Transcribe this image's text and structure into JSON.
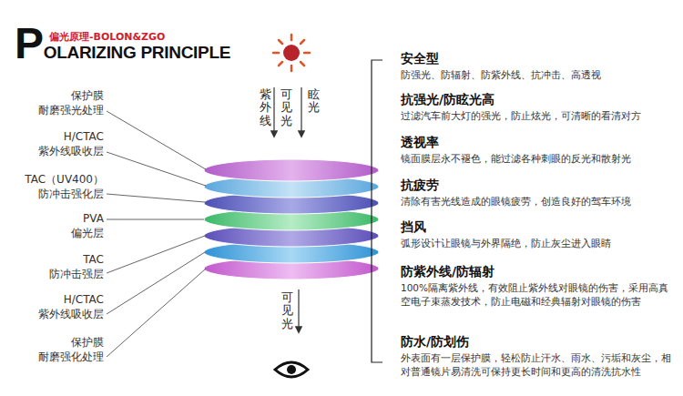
{
  "diagram": {
    "title": "POLARIZING PRINCIPLE",
    "labels": [
      "偏光原理-BOLON&ZGO",
      "紫外线",
      "可见光",
      "眩光",
      "保护膜",
      "耐磨强光处理",
      "H/CTAC",
      "紫外线吸收层",
      "TAC（UV400）",
      "防冲击强化层",
      "PVA",
      "偏光层",
      "TAC",
      "防冲击强层",
      "H/CTAC",
      "紫外线吸收层",
      "保护膜",
      "耐磨强化处理",
      "可见光",
      "安全型",
      "防强光、防辐射、防紫外线、抗冲击、高透视",
      "抗强光/防眩光高",
      "过滤汽车前大灯的强光，防止炫光，可清晰的看清对方",
      "透视率",
      "镜面膜层永不褪色，能过滤各种刺眼的反光和散射光",
      "抗疲劳",
      "清除有害光线造成的眼镜疲劳，创造良好的驾车环境",
      "挡风",
      "弧形设计让眼镜与外界隔绝，防止灰尘进入眼睛",
      "防紫外线/防辐射",
      "100%隔离紫外线，有效阻止紫外线对眼镜的伤害，采用高真空电子束蒸发技术，防止电磁和经典辐射对眼镜的伤害",
      "防水/防划伤",
      "外表面有一层保护膜，轻松防止汗水、雨水、污垢和灰尘，相对普通镜片易清洗可保持更长时间和更高的清洗抗水性"
    ]
  }
}
